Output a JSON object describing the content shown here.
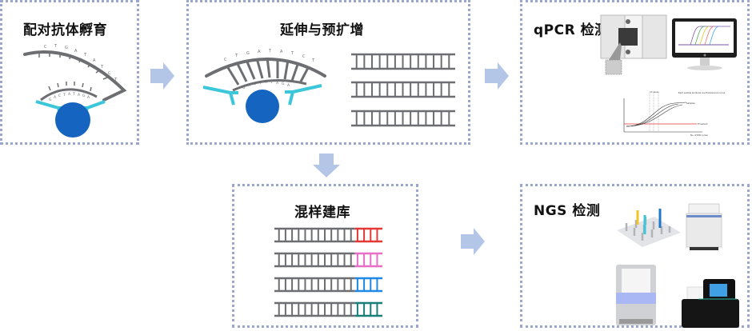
{
  "steps": [
    {
      "id": "incubation",
      "title": "配对抗体孵育",
      "top_strand": "CTGATATCT",
      "bottom_strand": "GACTATAGA"
    },
    {
      "id": "extension",
      "title": "延伸与预扩增",
      "top_strand": "CTGATATCT",
      "bottom_strand": "GACTATAGA"
    },
    {
      "id": "qpcr",
      "title": "qPCR 检测"
    },
    {
      "id": "library",
      "title": "混样建库"
    },
    {
      "id": "ngs",
      "title": "NGS 检测"
    }
  ],
  "colors": {
    "border": "#9aa6cc",
    "arrow": "#b4c6e7",
    "dna": "#6d6e71",
    "antibody": "#3cc6da",
    "bead": "#1565c0",
    "barcodes": [
      "#e53935",
      "#e86fc8",
      "#1e88e5",
      "#1b7f79"
    ]
  },
  "qpcr_chart": {
    "annotation": "Each sample produces one fluorescence curve",
    "samples_label": "Samples",
    "threshold_label": "Threshold",
    "ct_label": "Ct values",
    "xlabel": "No. of PCR cycles",
    "ylabel": "Fluorescence"
  },
  "arrows": [
    "right",
    "down",
    "right",
    "right"
  ]
}
